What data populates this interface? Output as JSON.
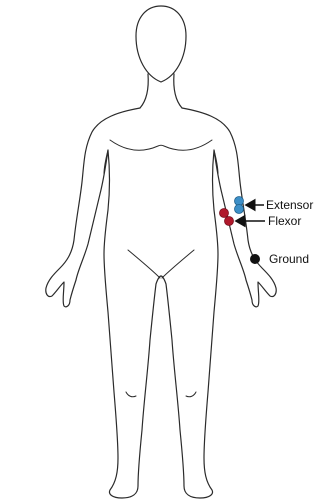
{
  "labels": {
    "extensor": "Extensor",
    "flexor": "Flexor",
    "ground": "Ground"
  },
  "electrodes": {
    "extensor_color": "#3d8fc7",
    "flexor_color": "#b0182b",
    "ground_color": "#111111"
  }
}
